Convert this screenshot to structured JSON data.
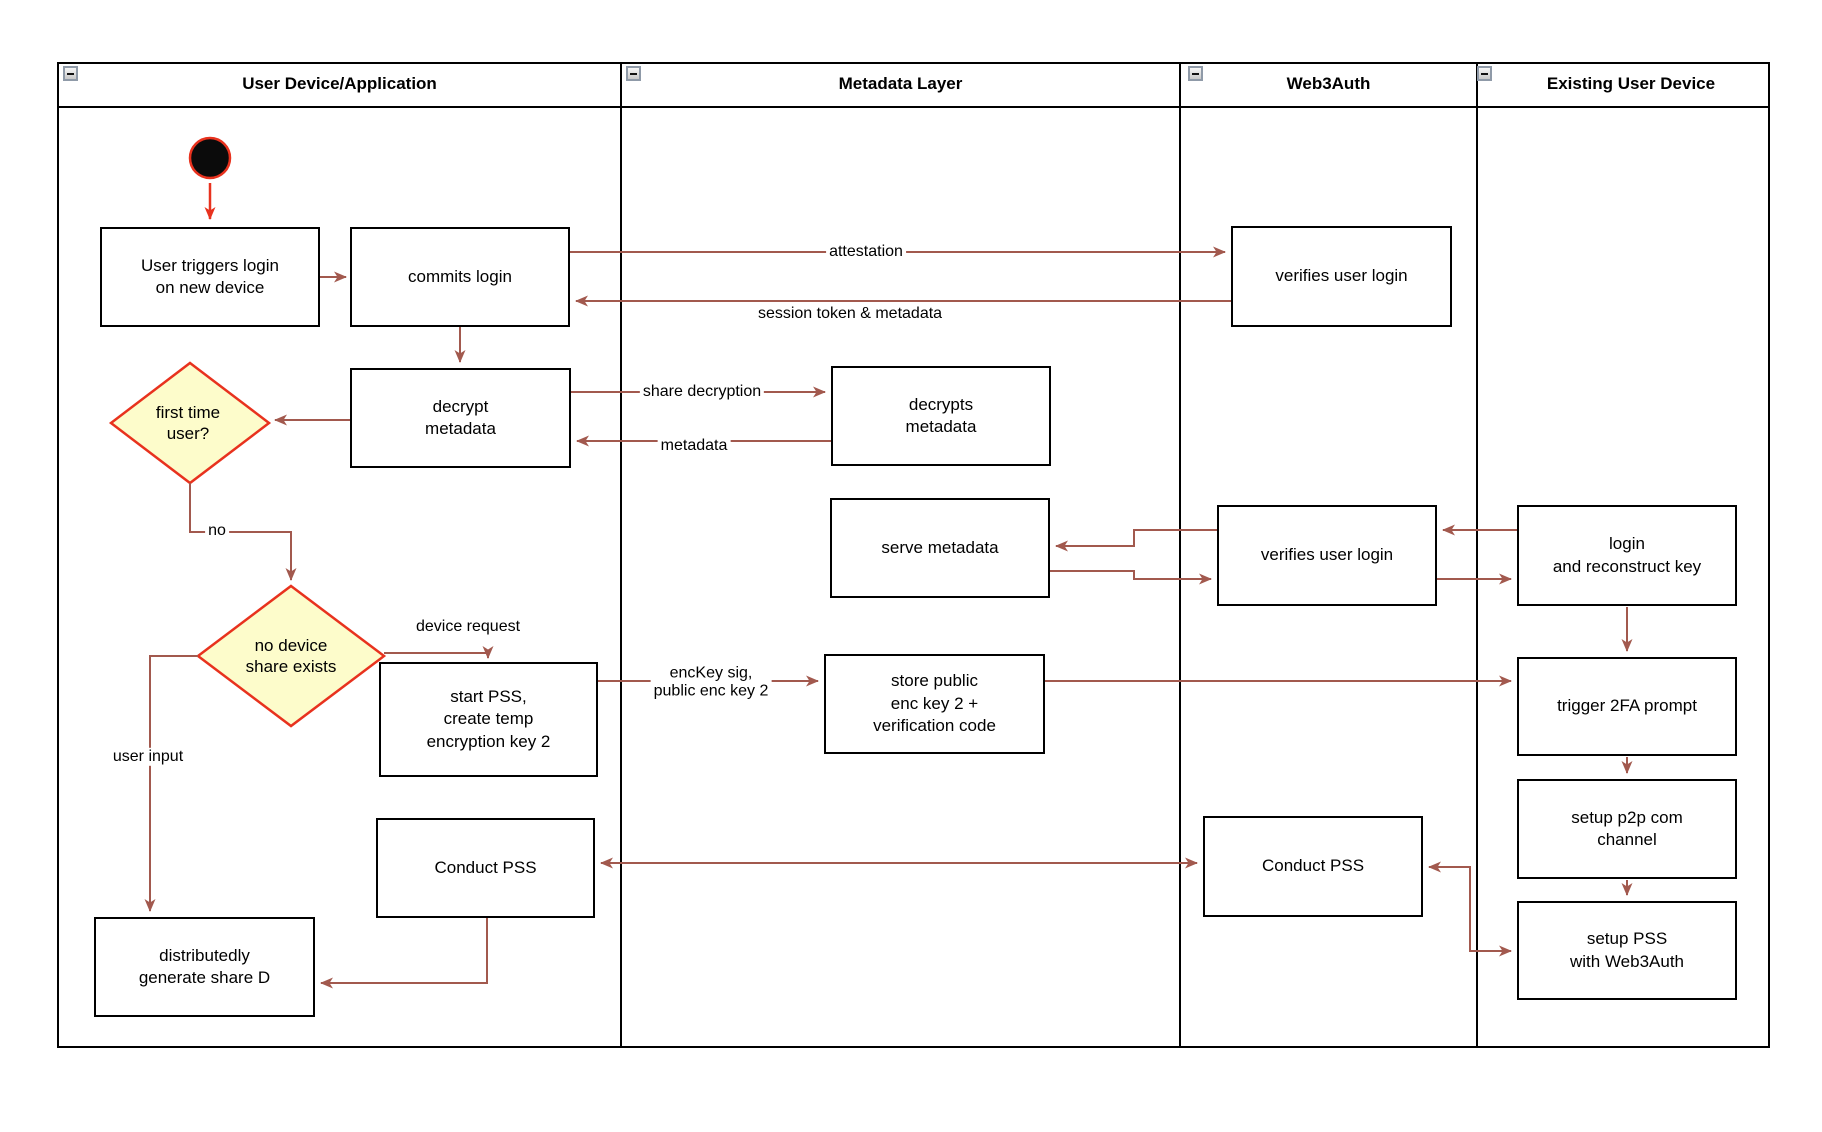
{
  "diagram": {
    "type": "swimlane-activity-diagram",
    "lanes": [
      {
        "title": "User Device/Application"
      },
      {
        "title": "Metadata Layer"
      },
      {
        "title": "Web3Auth"
      },
      {
        "title": "Existing User Device"
      }
    ],
    "nodes": {
      "start": {
        "kind": "initial-node"
      },
      "user_triggers": {
        "label": "User triggers login\non new device",
        "lane": "User Device/Application"
      },
      "commits_login": {
        "label": "commits login",
        "lane": "User Device/Application"
      },
      "decrypt_metadata": {
        "label": "decrypt\nmetadata",
        "lane": "User Device/Application"
      },
      "first_time_user": {
        "label": "first time\nuser?",
        "kind": "decision",
        "lane": "User Device/Application"
      },
      "no_device_share": {
        "label": "no device\nshare exists",
        "kind": "decision",
        "lane": "User Device/Application"
      },
      "start_pss": {
        "label": "start PSS,\ncreate temp\nencryption key 2",
        "lane": "User Device/Application"
      },
      "conduct_pss_user": {
        "label": "Conduct PSS",
        "lane": "User Device/Application"
      },
      "generate_share": {
        "label": "distributedly\ngenerate share D",
        "lane": "User Device/Application"
      },
      "decrypts_metadata": {
        "label": "decrypts\nmetadata",
        "lane": "Metadata Layer"
      },
      "serve_metadata": {
        "label": "serve metadata",
        "lane": "Metadata Layer"
      },
      "store_public": {
        "label": "store public\nenc key 2 +\nverification code",
        "lane": "Metadata Layer"
      },
      "verifies_login_1": {
        "label": "verifies user login",
        "lane": "Web3Auth"
      },
      "verifies_login_2": {
        "label": "verifies user login",
        "lane": "Web3Auth"
      },
      "conduct_pss_web3": {
        "label": "Conduct PSS",
        "lane": "Web3Auth"
      },
      "login_reconstruct": {
        "label": "login\nand reconstruct key",
        "lane": "Existing User Device"
      },
      "trigger_2fa": {
        "label": "trigger 2FA prompt",
        "lane": "Existing User Device"
      },
      "setup_p2p": {
        "label": "setup p2p com\nchannel",
        "lane": "Existing User Device"
      },
      "setup_pss": {
        "label": "setup PSS\nwith Web3Auth",
        "lane": "Existing User Device"
      }
    },
    "edge_labels": {
      "attestation": "attestation",
      "session_token": "session token & metadata",
      "share_decryption": "share decryption",
      "metadata": "metadata",
      "device_request": "device request",
      "enckey": "encKey sig,\npublic enc key 2",
      "user_input": "user input",
      "no": "no"
    },
    "colors": {
      "connector": "#a2594e",
      "accent_red": "#e8321e",
      "decision_fill": "#fdfccb",
      "box_border": "#000000",
      "background": "#ffffff"
    }
  }
}
